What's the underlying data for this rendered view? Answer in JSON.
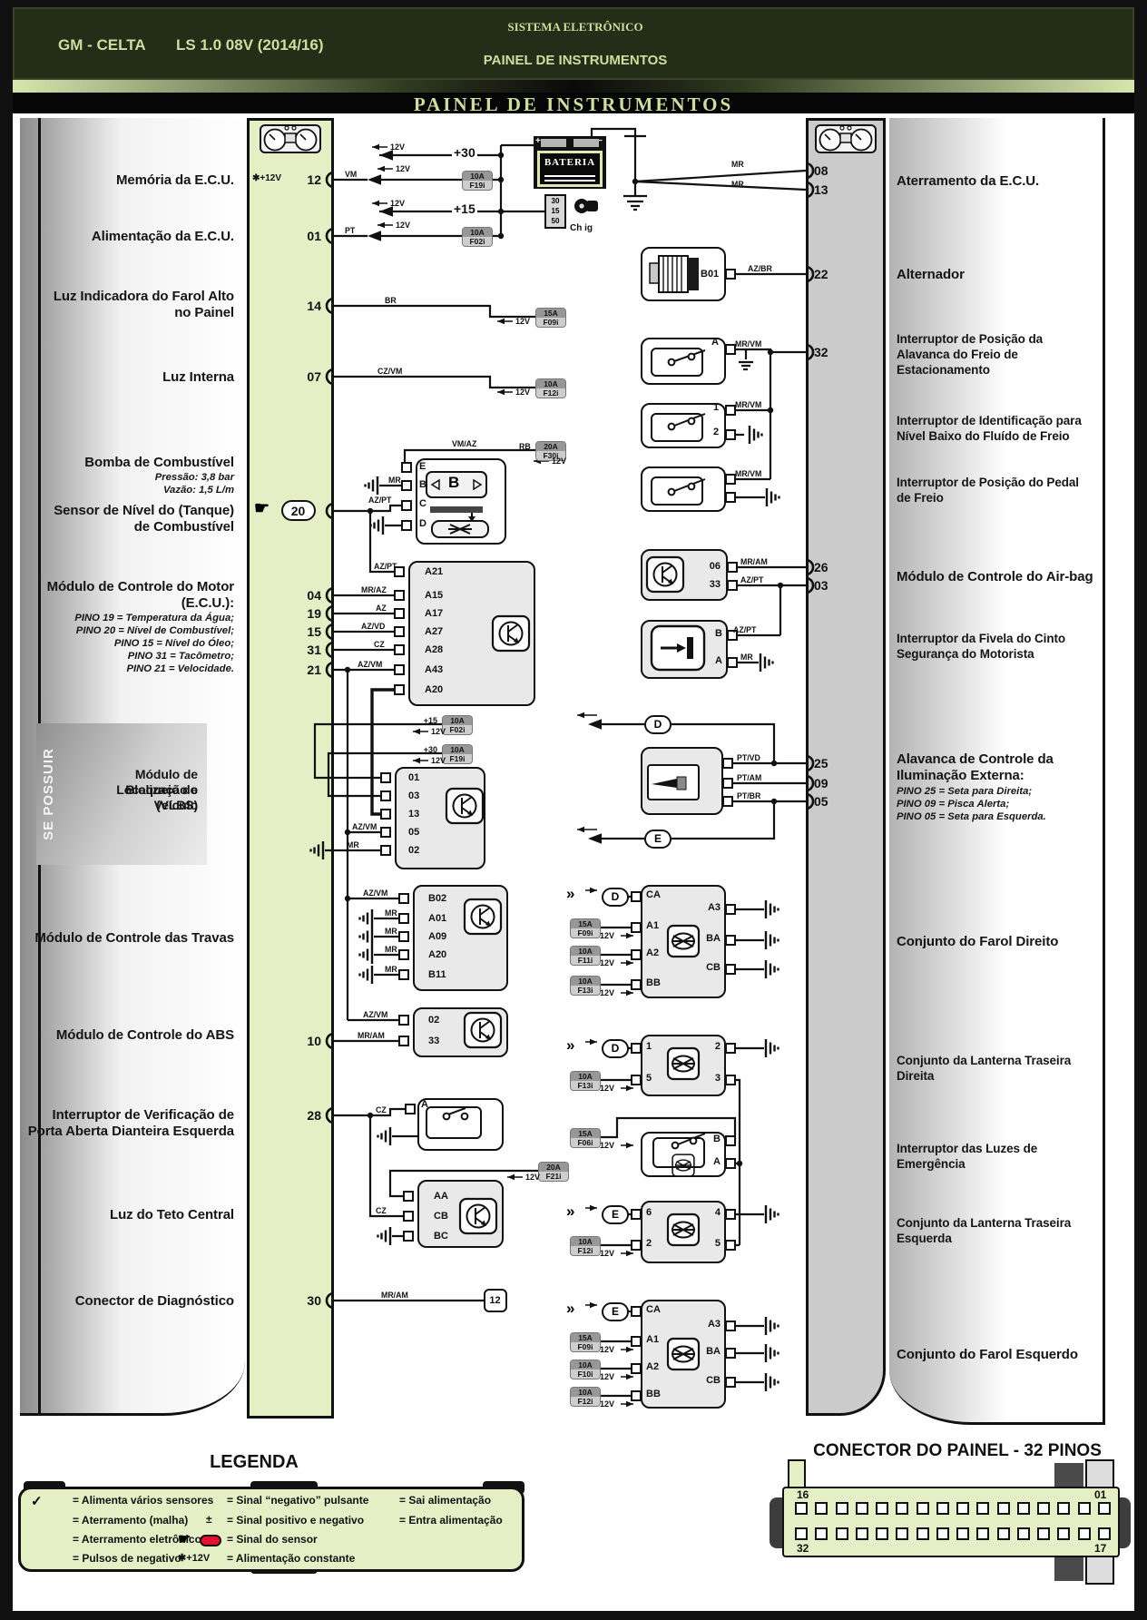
{
  "h": {
    "brand": "GM - CELTA",
    "model": "LS  1.0 08V (2014/16)",
    "sys": "SISTEMA ELETRÔNICO",
    "sub": "PAINEL DE INSTRUMENTOS",
    "title": "PAINEL DE INSTRUMENTOS"
  },
  "s": {
    "v30": "+30",
    "v15": "+15",
    "bat": "BATERIA",
    "plus": "+",
    "minus": "−",
    "k30": "30",
    "k15": "15",
    "k50": "50",
    "chig": "Ch ig",
    "v12": "12V",
    "D": "D",
    "E": "E",
    "b01": "B01",
    "b": "B",
    "diag": "12",
    "star12": "✱+12V",
    "hand": "☛",
    "chev": "»",
    "chk": "✓",
    "pm": "±"
  },
  "lp": [
    "12",
    "01",
    "14",
    "07",
    "20",
    "04",
    "19",
    "15",
    "31",
    "21",
    "10",
    "28",
    "30"
  ],
  "rp": [
    "08",
    "13",
    "22",
    "32",
    "26",
    "03",
    "25",
    "09",
    "05"
  ],
  "L": {
    "mem": "Memória da E.C.U.",
    "alim": "Alimentação da E.C.U.",
    "farol1": "Luz Indicadora do Farol Alto",
    "farol2": "no Painel",
    "luz": "Luz Interna",
    "bomba": "Bomba de Combustível",
    "bomba_n1": "Pressão: 3,8 bar",
    "bomba_n2": "Vazão: 1,5 L/m",
    "sensor1": "Sensor de Nível do (Tanque)",
    "sensor2": "de Combustível",
    "motor1": "Módulo de Controle do Motor",
    "motor2": "(E.C.U.):",
    "motor_n": [
      "PINO 19 = Temperatura da Água;",
      "PINO 20 = Nível de Combustível;",
      "PINO 15 = Nível do Óleo;",
      "PINO 31 = Tacômetro;",
      "PINO 21 = Velocidade."
    ],
    "vlbs_side": "SE POSSUIR",
    "vlbs1": "Módulo de Localização e",
    "vlbs2": "Bloqueio do Veículo",
    "vlbs3": "(VLBS)",
    "travas": "Módulo de Controle das Travas",
    "abs": "Módulo de Controle do ABS",
    "porta1": "Interruptor de Verificação de",
    "porta2": "Porta Aberta Dianteira Esquerda",
    "teto": "Luz do Teto Central",
    "diag": "Conector de Diagnóstico"
  },
  "R": {
    "aterr": "Aterramento da E.C.U.",
    "altern": "Alternador",
    "freio1": "Interruptor de Posição da",
    "freio2": "Alavanca do Freio de",
    "freio3": "Estacionamento",
    "fluido1": "Interruptor de Identificação para",
    "fluido2": "Nível Baixo do Fluído de Freio",
    "pedal1": "Interruptor de Posição do Pedal",
    "pedal2": "de Freio",
    "airbag": "Módulo de Controle do Air-bag",
    "cinto1": "Interruptor da Fivela do Cinto",
    "cinto2": "Segurança do Motorista",
    "alav1": "Alavanca de Controle da",
    "alav2": "Iluminação Externa:",
    "alav_n": [
      "PINO 25 = Seta para Direita;",
      "PINO 09 = Pisca Alerta;",
      "PINO 05 = Seta para Esquerda."
    ],
    "fd": "Conjunto do Farol Direito",
    "ltd1": "Conjunto da Lanterna Traseira",
    "ltd2": "Direita",
    "em1": "Interruptor das Luzes de",
    "em2": "Emergência",
    "lte1": "Conjunto da Lanterna Traseira",
    "lte2": "Esquerda",
    "fe": "Conjunto do Farol Esquerdo"
  },
  "wt": {
    "vm": "VM",
    "pt": "PT",
    "br": "BR",
    "czvm": "CZ/VM",
    "vmaz": "VM/AZ",
    "rb": "RB",
    "mr": "MR",
    "azpt": "AZ/PT",
    "mraz": "MR/AZ",
    "az": "AZ",
    "azvd": "AZ/VD",
    "cz": "CZ",
    "azvm": "AZ/VM",
    "mram": "MR/AM",
    "azbr": "AZ/BR",
    "mrvm": "MR/VM",
    "ptvd": "PT/VD",
    "ptam": "PT/AM",
    "ptbr": "PT/BR"
  },
  "f": {
    "a10": "10A",
    "a15": "15A",
    "a20": "20A",
    "f19i": "F19i",
    "f02i": "F02i",
    "f09i": "F09i",
    "f12i": "F12i",
    "f30i": "F30i",
    "f11i": "F11i",
    "f13i": "F13i",
    "f06i": "F06i",
    "f21i": "F21i",
    "f10i": "F10i"
  },
  "c": {
    "pump": [
      "E",
      "B",
      "C",
      "D"
    ],
    "ecu": [
      "A21",
      "A15",
      "A17",
      "A27",
      "A28",
      "A43",
      "A20"
    ],
    "vlbs": [
      "01",
      "03",
      "13",
      "05",
      "02"
    ],
    "travas": [
      "B02",
      "A01",
      "A09",
      "A20",
      "B11"
    ],
    "abs": [
      "02",
      "33"
    ],
    "door": "A",
    "teto": [
      "AA",
      "CB",
      "BC"
    ],
    "park": "A",
    "fluid": [
      "1",
      "2"
    ],
    "airbag": [
      "06",
      "33"
    ],
    "belt": [
      "B",
      "A"
    ],
    "fdL": [
      "CA",
      "A1",
      "A2",
      "BB"
    ],
    "fdR": [
      "A3",
      "BA",
      "CB"
    ],
    "ltdL": [
      "1",
      "5"
    ],
    "ltdR": [
      "2",
      "3"
    ],
    "em": [
      "B",
      "A"
    ],
    "lteL": [
      "6",
      "2"
    ],
    "lteR": [
      "4",
      "5"
    ],
    "feL": [
      "CA",
      "A1",
      "A2",
      "BB"
    ],
    "feR": [
      "A3",
      "BA",
      "CB"
    ]
  },
  "lg": {
    "title": "LEGENDA",
    "i1": "= Alimenta vários sensores",
    "i2": "= Aterramento (malha)",
    "i3": "= Aterramento eletrônico",
    "i4": "= Pulsos de negativo",
    "i5": "= Sinal “negativo” pulsante",
    "i6": "= Sinal positivo e negativo",
    "i7": "= Sinal do sensor",
    "i8": "= Alimentação constante",
    "i9": "= Sai alimentação",
    "i10": "= Entra alimentação"
  },
  "cn": {
    "title": "CONECTOR DO PAINEL - 32 PINOS",
    "tl": "16",
    "tr": "01",
    "bl": "32",
    "br": "17"
  }
}
